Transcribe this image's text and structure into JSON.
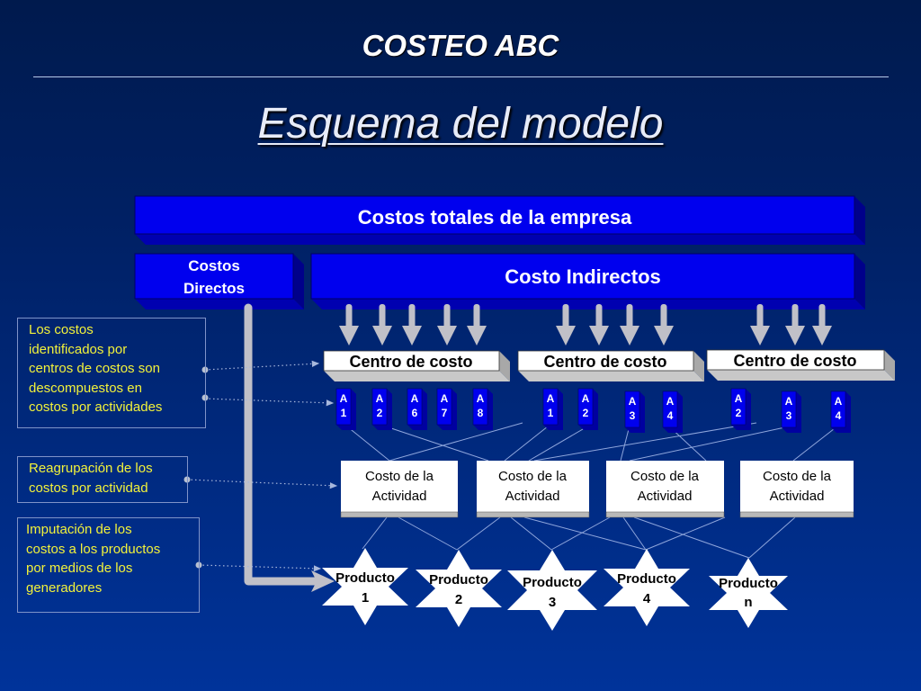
{
  "header": {
    "title": "COSTEO ABC",
    "subtitle": "Esquema del modelo"
  },
  "top_box": {
    "label": "Costos totales de la empresa"
  },
  "direct_box": {
    "label": "Costos\nDirectos",
    "line1": "Costos",
    "line2": "Directos"
  },
  "indirect_box": {
    "label": "Costo Indirectos"
  },
  "cost_centers": [
    {
      "label": "Centro de costo",
      "activities": [
        [
          "A",
          "1"
        ],
        [
          "A",
          "2"
        ],
        [
          "A",
          "6"
        ],
        [
          "A",
          "7"
        ],
        [
          "A",
          "8"
        ]
      ]
    },
    {
      "label": "Centro de costo",
      "activities": [
        [
          "A",
          "1"
        ],
        [
          "A",
          "2"
        ],
        [
          "A",
          "3"
        ],
        [
          "A",
          "4"
        ]
      ]
    },
    {
      "label": "Centro de costo",
      "activities": [
        [
          "A",
          "2"
        ],
        [
          "A",
          "3"
        ],
        [
          "A",
          "4"
        ]
      ]
    }
  ],
  "activity_costs": [
    {
      "line1": "Costo de la",
      "line2": "Actividad"
    },
    {
      "line1": "Costo de la",
      "line2": "Actividad"
    },
    {
      "line1": "Costo de la",
      "line2": "Actividad"
    },
    {
      "line1": "Costo de la",
      "line2": "Actividad"
    }
  ],
  "products": [
    {
      "line1": "Producto",
      "line2": "1"
    },
    {
      "line1": "Producto",
      "line2": "2"
    },
    {
      "line1": "Producto",
      "line2": "3"
    },
    {
      "line1": "Producto",
      "line2": "4"
    },
    {
      "line1": "Producto",
      "line2": "n"
    }
  ],
  "notes": [
    {
      "text": "Los costos\nidentificados por\ncentros de costos  son\ndescompuestos en\ncostos por actividades"
    },
    {
      "text": "Reagrupación de los\ncostos por actividad"
    },
    {
      "text": "Imputación de los\ncostos a los productos\npor medios de los\ngeneradores"
    }
  ],
  "colors": {
    "background_top": "#001a4d",
    "background_bottom": "#00339a",
    "box_blue": "#0000ee",
    "note_text": "#f2f23a",
    "arrow_gray": "#c0c0c8"
  }
}
